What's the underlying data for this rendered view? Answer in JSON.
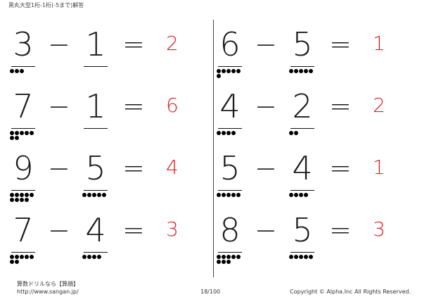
{
  "header": {
    "title": "黒丸大型1桁-1桁(-5まで)解答"
  },
  "colors": {
    "answer": "#e0202a",
    "text": "#1a1a1a"
  },
  "operators": {
    "minus": "−",
    "equals": "="
  },
  "problems": [
    {
      "a": "3",
      "b": "1",
      "answer": "2",
      "dots_a": 3,
      "dots_b": 0
    },
    {
      "a": "6",
      "b": "5",
      "answer": "1",
      "dots_a": 6,
      "dots_b": 5
    },
    {
      "a": "7",
      "b": "1",
      "answer": "6",
      "dots_a": 7,
      "dots_b": 0
    },
    {
      "a": "4",
      "b": "2",
      "answer": "2",
      "dots_a": 4,
      "dots_b": 2
    },
    {
      "a": "9",
      "b": "5",
      "answer": "4",
      "dots_a": 9,
      "dots_b": 5
    },
    {
      "a": "5",
      "b": "4",
      "answer": "1",
      "dots_a": 5,
      "dots_b": 4
    },
    {
      "a": "7",
      "b": "4",
      "answer": "3",
      "dots_a": 7,
      "dots_b": 4
    },
    {
      "a": "8",
      "b": "5",
      "answer": "3",
      "dots_a": 8,
      "dots_b": 5
    }
  ],
  "footer": {
    "site_name": "算数ドリルなら【算顔】",
    "url": "http://www.sangan.jp/",
    "page": "18/100",
    "copyright": "Copyright © Alpha.Inc All Rights Reserved."
  }
}
